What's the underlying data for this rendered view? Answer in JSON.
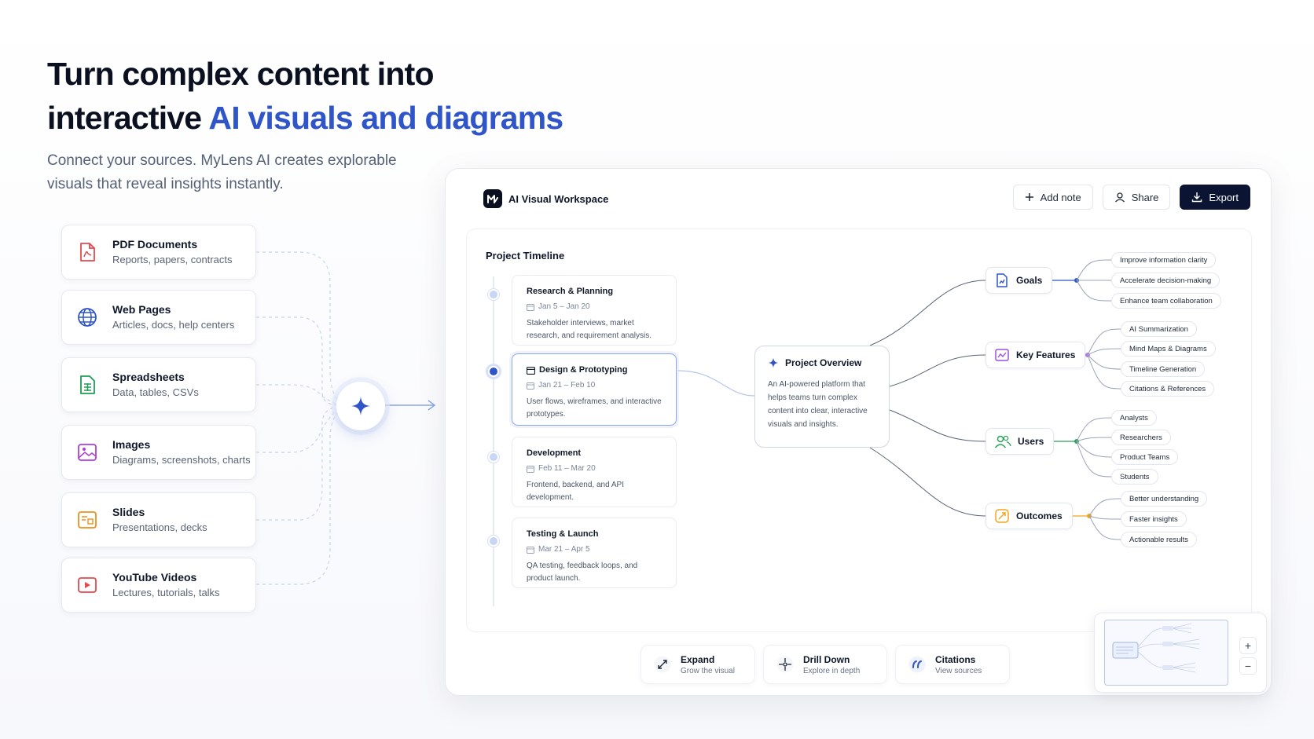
{
  "hero": {
    "title_line1": "Turn complex content into",
    "title_line2_plain": "interactive",
    "title_line2_accent": "AI visuals and diagrams",
    "subtitle": "Connect your sources. MyLens AI creates explorable visuals that reveal insights instantly."
  },
  "sources": [
    {
      "title": "PDF Documents",
      "desc": "Reports, papers, contracts",
      "icon": "pdf-icon",
      "color": "#e5484d"
    },
    {
      "title": "Web Pages",
      "desc": "Articles, docs, help centers",
      "icon": "globe-icon",
      "color": "#2f55c9"
    },
    {
      "title": "Spreadsheets",
      "desc": "Data, tables, CSVs",
      "icon": "spreadsheet-icon",
      "color": "#1f9d55"
    },
    {
      "title": "Images",
      "desc": "Diagrams, screenshots, charts",
      "icon": "image-icon",
      "color": "#b03fd6"
    },
    {
      "title": "Slides",
      "desc": "Presentations, decks",
      "icon": "slides-icon",
      "color": "#ef8f1a"
    },
    {
      "title": "YouTube Videos",
      "desc": "Lectures, tutorials, talks",
      "icon": "video-icon",
      "color": "#e5484d"
    }
  ],
  "workspace": {
    "title": "AI Visual Workspace",
    "actions": {
      "add_note": "Add note",
      "share": "Share",
      "export": "Export"
    },
    "canvas_title": "Project Timeline",
    "phases": [
      {
        "title": "Research & Planning",
        "date": "Jan 5 – Jan 20",
        "desc": "Stakeholder interviews, market research, and requirement analysis."
      },
      {
        "title": "Design & Prototyping",
        "date": "Jan 21 – Feb 10",
        "desc": "User flows, wireframes, and interactive prototypes."
      },
      {
        "title": "Development",
        "date": "Feb 11 – Mar 20",
        "desc": "Frontend, backend, and API development."
      },
      {
        "title": "Testing & Launch",
        "date": "Mar 21 – Apr 5",
        "desc": "QA testing, feedback loops, and product launch."
      }
    ],
    "overview": {
      "title": "Project Overview",
      "desc": "An AI-powered platform that helps teams turn complex content into clear, interactive visuals and insights."
    },
    "branches": [
      {
        "label": "Goals",
        "icon": "goals-icon",
        "color": "#2f55c9",
        "leaves": [
          "Improve information clarity",
          "Accelerate decision-making",
          "Enhance team collaboration"
        ]
      },
      {
        "label": "Key Features",
        "icon": "features-icon",
        "color": "#9b51e0",
        "leaves": [
          "AI Summarization",
          "Mind Maps & Diagrams",
          "Timeline Generation",
          "Citations & References"
        ]
      },
      {
        "label": "Users",
        "icon": "users-icon",
        "color": "#27a35a",
        "leaves": [
          "Analysts",
          "Researchers",
          "Product Teams",
          "Students"
        ]
      },
      {
        "label": "Outcomes",
        "icon": "outcomes-icon",
        "color": "#f2a51c",
        "leaves": [
          "Better understanding",
          "Faster insights",
          "Actionable results"
        ]
      }
    ],
    "zoom": {
      "in": "+",
      "out": "−"
    },
    "tools": [
      {
        "title": "Expand",
        "desc": "Grow the visual",
        "icon": "expand-icon"
      },
      {
        "title": "Drill Down",
        "desc": "Explore in depth",
        "icon": "drill-down-icon"
      },
      {
        "title": "Citations",
        "desc": "View sources",
        "icon": "quote-icon"
      }
    ]
  }
}
